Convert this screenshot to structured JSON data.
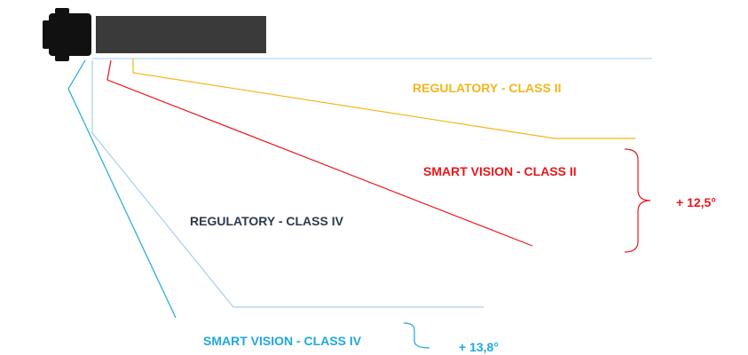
{
  "labels": {
    "regulatory_class_ii": "REGULATORY - CLASS II",
    "smart_vision_class_ii": "SMART VISION - CLASS II",
    "regulatory_class_iv": "REGULATORY - CLASS IV",
    "smart_vision_class_iv": "SMART VISION - CLASS IV",
    "gain_class_ii": "+ 12,5°",
    "gain_class_iv": "+ 13,8°"
  },
  "colors": {
    "regulatory_class_ii": "#f5b51b",
    "smart_vision_class_ii": "#e8171b",
    "regulatory_class_iv": "#2d3a4a",
    "smart_vision_class_iv": "#1ea8e0",
    "regulatory_class_iv_line": "#a9cfe8",
    "truck": "#111111",
    "trailer": "#3a3a3a"
  },
  "icons": {
    "truck": "truck-top-view-icon"
  }
}
